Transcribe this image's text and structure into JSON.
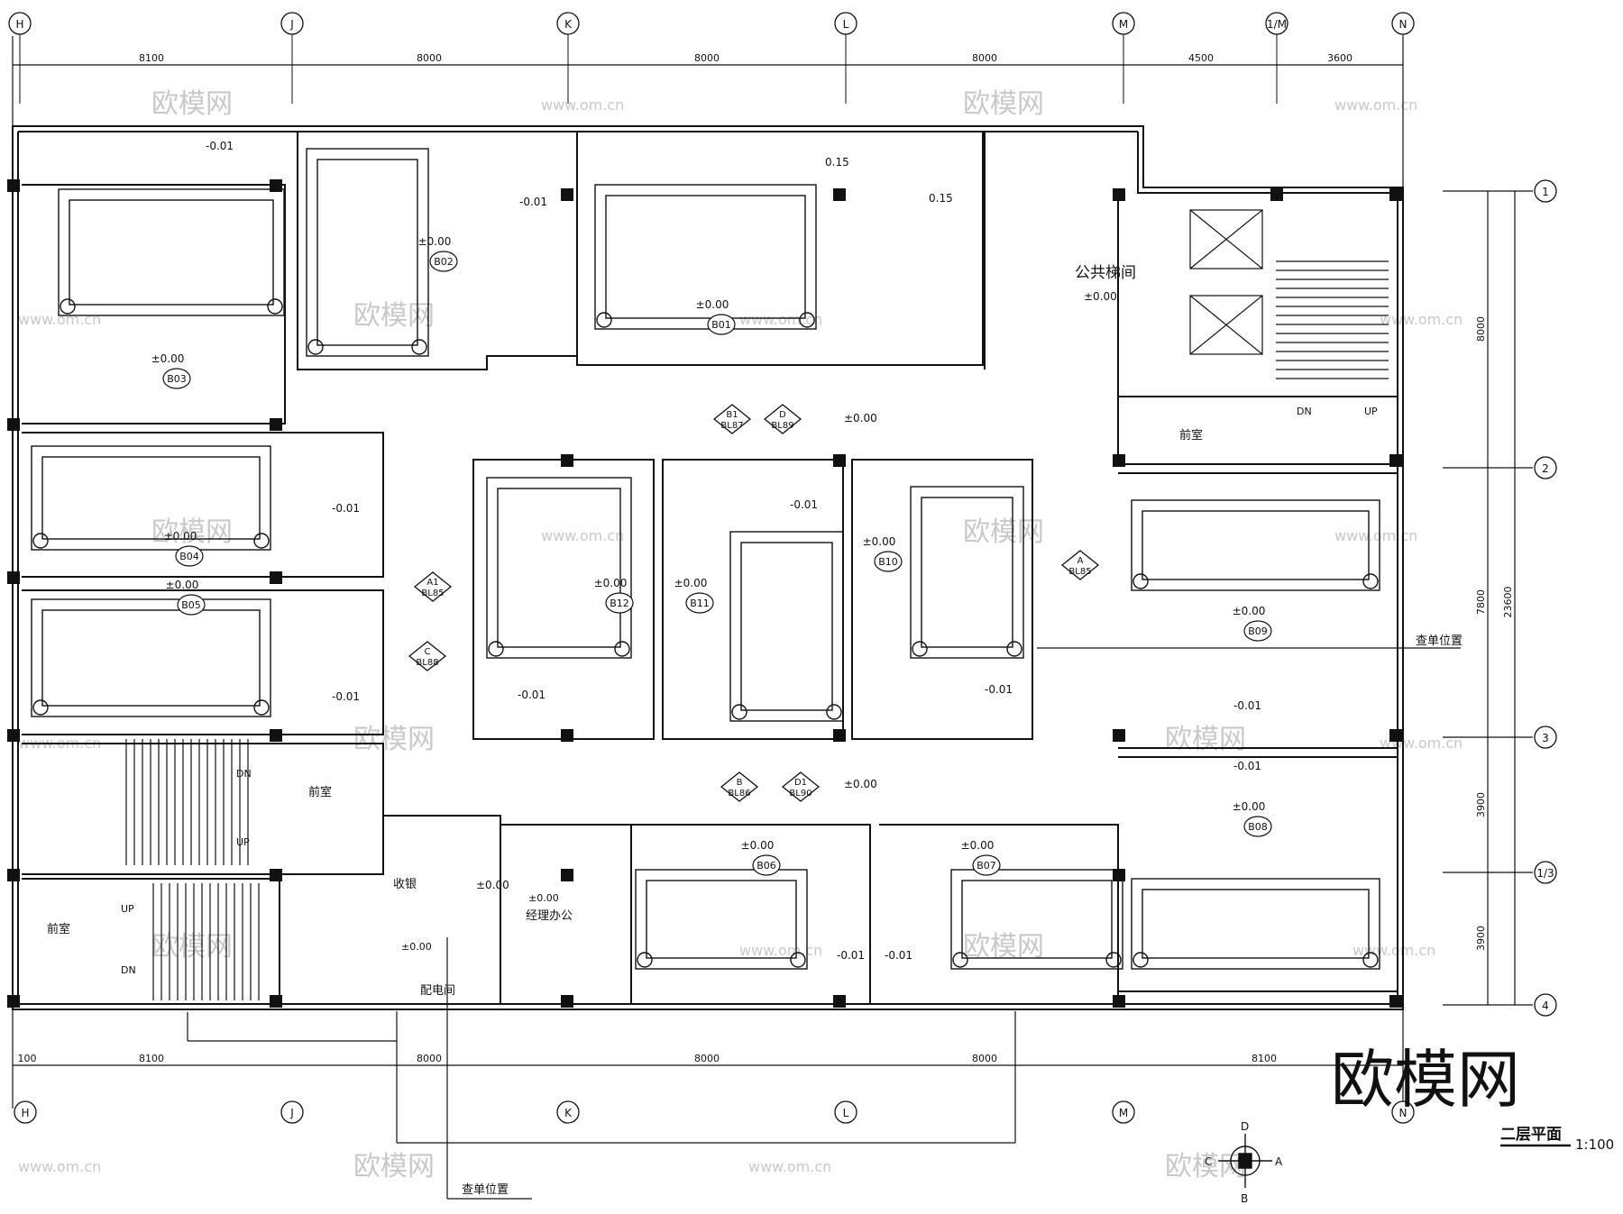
{
  "title": "二层平面",
  "scale": "1:100",
  "grid_top": [
    "H",
    "J",
    "K",
    "L",
    "M",
    "1/M",
    "N"
  ],
  "grid_bottom": [
    "H",
    "J",
    "K",
    "L",
    "M",
    "N"
  ],
  "grid_right": [
    "1",
    "2",
    "3",
    "1/3",
    "4"
  ],
  "dims_top": [
    "8100",
    "8000",
    "8000",
    "8000",
    "4500",
    "3600"
  ],
  "dims_bottom": [
    "100",
    "8100",
    "8000",
    "8000",
    "8000",
    "8100"
  ],
  "dims_right": [
    "8000",
    "7800",
    "3900",
    "3900"
  ],
  "dim_total": "23600",
  "rooms": [
    {
      "name": "B01",
      "level": "±0.00"
    },
    {
      "name": "B02",
      "level": "±0.00"
    },
    {
      "name": "B03",
      "level": "±0.00"
    },
    {
      "name": "B04",
      "level": "±0.00"
    },
    {
      "name": "B05",
      "level": "±0.00"
    },
    {
      "name": "B06",
      "level": "±0.00"
    },
    {
      "name": "B07",
      "level": "±0.00"
    },
    {
      "name": "B08",
      "level": "±0.00"
    },
    {
      "name": "B09",
      "level": "±0.00"
    },
    {
      "name": "B10",
      "level": "±0.00"
    },
    {
      "name": "B11",
      "level": "±0.00"
    },
    {
      "name": "B12",
      "level": "±0.00"
    }
  ],
  "labels": {
    "public_stair": "公共梯间",
    "lobby": "前室",
    "cashier": "收银",
    "manager_office": "经理办公",
    "power_room": "配电间",
    "ordering": "查单位置",
    "up": "UP",
    "dn": "DN"
  },
  "levels": {
    "corridor": "±0.00",
    "wc": "-0.01",
    "wc_b01": "0.15",
    "terrace": "0.15"
  },
  "elev_markers": [
    {
      "top": "B1",
      "bottom": "BL87"
    },
    {
      "top": "D",
      "bottom": "BL89"
    },
    {
      "top": "A",
      "bottom": "BL85"
    },
    {
      "top": "A1",
      "bottom": "BL85"
    },
    {
      "top": "C",
      "bottom": "BL88"
    },
    {
      "top": "B",
      "bottom": "BL86"
    },
    {
      "top": "D1",
      "bottom": "BL90"
    }
  ],
  "compass": [
    "D",
    "A",
    "B",
    "C"
  ],
  "watermark": {
    "logo": "欧模网",
    "url": "www.om.cn",
    "big": "欧模网"
  },
  "colors": {
    "line": "#111111",
    "fill": "#111111",
    "bg": "#ffffff",
    "watermark": "#c9c9c9"
  }
}
